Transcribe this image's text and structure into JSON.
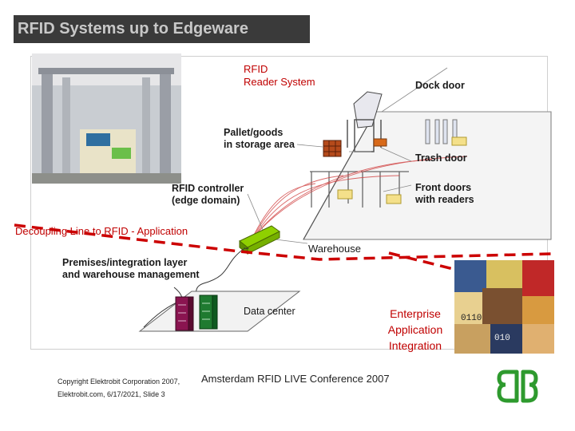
{
  "slide_title": "RFID Systems up to Edgeware",
  "diagram": {
    "labels": {
      "rfid_reader_system": "RFID\nReader System",
      "dock_door": "Dock door",
      "pallet_goods": "Pallet/goods\nin storage area",
      "trash_door": "Trash door",
      "rfid_controller": "RFID controller\n(edge domain)",
      "front_doors": "Front doors\nwith readers",
      "decoupling_line": "Decoupling Line to RFID - Application",
      "warehouse": "Warehouse",
      "premises": "Premises/integration layer\nand warehouse management",
      "data_center": "Data center",
      "enterprise": "Enterprise\nApplication\nIntegration"
    }
  },
  "footer": {
    "copyright_line1": "Copyright Elektrobit Corporation 2007,",
    "copyright_line2": "Elektrobit.com,  6/17/2021, Slide 3",
    "conference": "Amsterdam RFID LIVE Conference 2007"
  },
  "colors": {
    "title_bg": "#3a3a3a",
    "title_text": "#c8c8c8",
    "accent_red": "#c00000",
    "logo_green": "#2e9a2e"
  }
}
